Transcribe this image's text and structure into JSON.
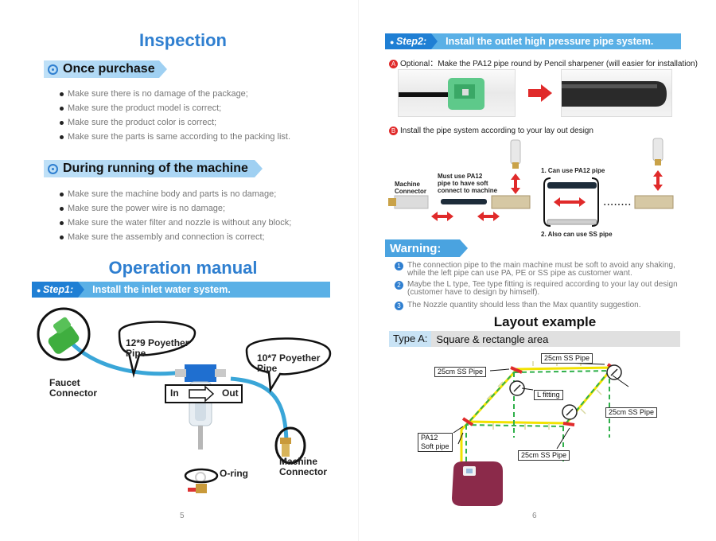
{
  "left": {
    "inspection_title": "Inspection",
    "once_purchase": {
      "heading": "Once purchase",
      "items": [
        "Make sure there is no damage of the package;",
        "Make sure the product model is correct;",
        "Make sure the product color is correct;",
        "Make sure the parts is same according to the packing list."
      ]
    },
    "during_running": {
      "heading": "During running of the machine",
      "items": [
        "Make sure the machine body and parts is no damage;",
        "Make sure the power wire is no damage;",
        "Make sure the water filter and nozzle is without any block;",
        "Make sure the assembly and connection is correct;"
      ]
    },
    "operation_title": "Operation manual",
    "step1": {
      "tag": "Step1:",
      "text": "Install the inlet water system."
    },
    "diagram": {
      "pipe_12x9": "12*9 Poyether\nPipe",
      "pipe_10x7": "10*7 Poyether\nPipe",
      "faucet": "Faucet\nConnector",
      "in": "In",
      "out": "Out",
      "oring": "O-ring",
      "machine": "Machine\nConnector"
    },
    "page_number": "5"
  },
  "right": {
    "step2": {
      "tag": "Step2:",
      "text": "Install the outlet high pressure pipe system."
    },
    "note_a_letter": "A",
    "note_a": "Optional：Make the PA12 pipe round by Pencil sharpener (will easier for installation)",
    "note_b_letter": "B",
    "note_b": "Install the pipe system according to your lay out design",
    "pipe_diagram": {
      "machine_connector": "Machine\nConnector",
      "must_use": "Must use PA12\npipe to have soft\nconnect to machine",
      "can_use_pa12": "1. Can use PA12 pipe",
      "also_ss": "2. Also can use SS pipe"
    },
    "warning": {
      "heading": "Warning:",
      "items": [
        {
          "num": "1",
          "text": "The connection pipe to the main machine must be soft to avoid any shaking, while the left pipe can use PA, PE or SS pipe as customer want."
        },
        {
          "num": "2",
          "text": "Maybe the L type, Tee type fitting is required according to your lay out design (customer have to design by himself)."
        },
        {
          "num": "3",
          "text": "The Nozzle quantity should less than the Max quantity suggestion."
        }
      ]
    },
    "layout_title": "Layout example",
    "type_a": {
      "tag": "Type A:",
      "text": "Square & rectangle area"
    },
    "layout": {
      "ss_top": "25cm SS Pipe",
      "ss_left": "25cm SS Pipe",
      "l_fitting": "L fitting",
      "ss_right": "25cm SS Pipe",
      "pa12": "PA12\nSoft pipe",
      "ss_bottom": "25cm SS Pipe"
    },
    "page_number": "6"
  },
  "colors": {
    "title_blue": "#2f7fd0",
    "step_blue": "#5ab0e6",
    "arrow_red": "#e02a2a",
    "pipe_blue": "#3aa6d8",
    "layout_green": "#2fb04a",
    "layout_yellow": "#f2e200"
  }
}
